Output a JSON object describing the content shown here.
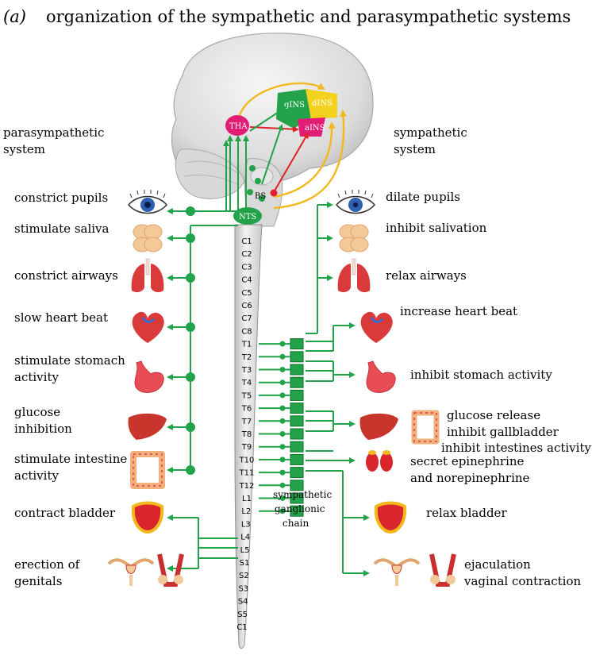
{
  "figure": {
    "panel_label": "(a)",
    "title": "organization of the sympathetic and parasympathetic systems"
  },
  "side_headers": {
    "parasympathetic_line1": "parasympathetic",
    "parasympathetic_line2": "system",
    "sympathetic_line1": "sympathetic",
    "sympathetic_line2": "system"
  },
  "brain_labels": {
    "tha": "THA",
    "gins": "gINS",
    "dins": "dINS",
    "ains": "aINS",
    "bs": "BS",
    "nts": "NTS"
  },
  "parasympathetic_effects": [
    {
      "line1": "constrict pupils",
      "line2": "",
      "icon": "eye-icon"
    },
    {
      "line1": "stimulate saliva",
      "line2": "",
      "icon": "salivary-gland-icon"
    },
    {
      "line1": "constrict airways",
      "line2": "",
      "icon": "lungs-icon"
    },
    {
      "line1": "slow heart beat",
      "line2": "",
      "icon": "heart-icon"
    },
    {
      "line1": "stimulate stomach",
      "line2": "activity",
      "icon": "stomach-icon"
    },
    {
      "line1": "glucose",
      "line2": "inhibition",
      "icon": "liver-icon"
    },
    {
      "line1": "stimulate intestine",
      "line2": "activity",
      "icon": "intestine-icon"
    },
    {
      "line1": "contract bladder",
      "line2": "",
      "icon": "bladder-icon"
    },
    {
      "line1": "erection of",
      "line2": "genitals",
      "icon": "genitals-icon"
    }
  ],
  "sympathetic_effects": [
    {
      "text": "dilate pupils",
      "icon": "eye-icon"
    },
    {
      "text": "inhibit salivation",
      "icon": "salivary-gland-icon"
    },
    {
      "text": "relax airways",
      "icon": "lungs-icon"
    },
    {
      "text": "increase heart beat",
      "icon": "heart-icon"
    },
    {
      "text": "inhibit stomach activity",
      "icon": "stomach-icon"
    },
    {
      "text": "glucose release",
      "icon": "liver-icon"
    },
    {
      "text": "inhibit gallbladder",
      "icon": "intestine-icon"
    },
    {
      "text": "inhibit intestines activity",
      "icon": ""
    },
    {
      "text": "secret epinephrine",
      "icon": "kidney-icon"
    },
    {
      "text": "and norepinephrine",
      "icon": ""
    },
    {
      "text": "relax bladder",
      "icon": "bladder-icon"
    },
    {
      "text": "ejaculation",
      "icon": "genitals-icon"
    },
    {
      "text": "vaginal contraction",
      "icon": ""
    }
  ],
  "spinal_segments": [
    "C1",
    "C2",
    "C3",
    "C4",
    "C5",
    "C6",
    "C7",
    "C8",
    "T1",
    "T2",
    "T3",
    "T4",
    "T5",
    "T6",
    "T7",
    "T8",
    "T9",
    "T10",
    "T11",
    "T12",
    "L1",
    "L2",
    "L3",
    "L4",
    "L5",
    "S1",
    "S2",
    "S3",
    "S4",
    "S5",
    "C1"
  ],
  "ganglion_chain": {
    "line1": "sympathetic",
    "line2": "ganglionic",
    "line3": "chain"
  },
  "colors": {
    "parasympathetic_green": "#22a34a",
    "sympathetic_green": "#22a34a",
    "ascending_yellow": "#f2b81d",
    "red_pathway": "#e2202b",
    "tha_magenta": "#e11d74",
    "brain_gray": "#e8e8e8"
  }
}
